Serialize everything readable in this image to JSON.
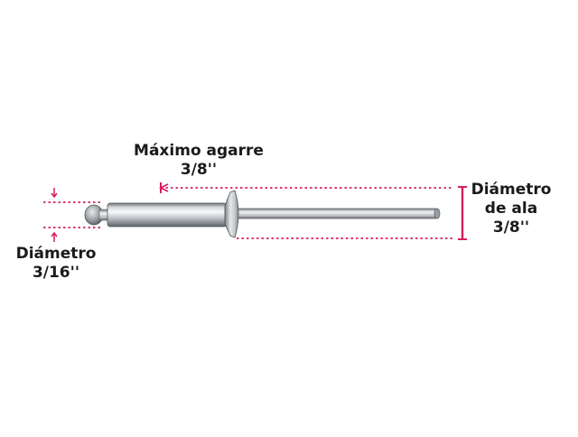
{
  "labels": {
    "max_grip": {
      "title": "Máximo agarre",
      "value": "3/8''"
    },
    "flange_diameter": {
      "line1": "Diámetro",
      "line2": "de ala",
      "value": "3/8''"
    },
    "diameter": {
      "title": "Diámetro",
      "value": "3/16''"
    }
  },
  "colors": {
    "dimension": "#d81b60",
    "text": "#1a1a1a",
    "metal": "#b9bcc0"
  }
}
